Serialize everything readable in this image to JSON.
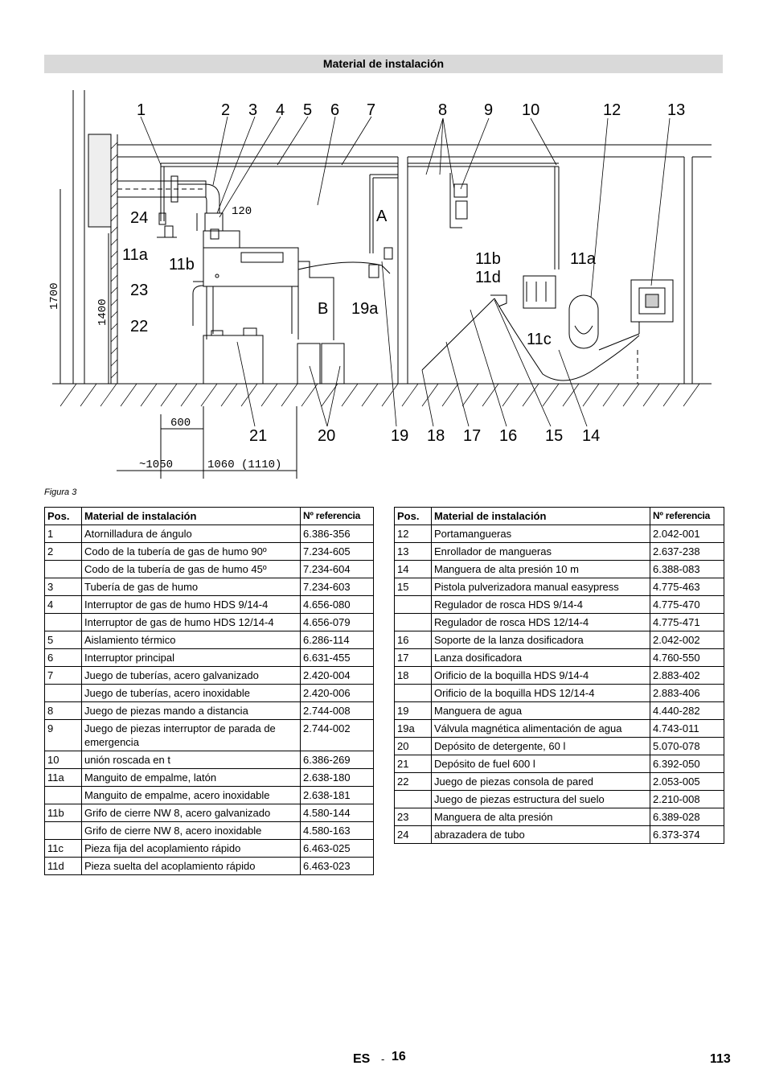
{
  "header": {
    "title": "Material de instalación"
  },
  "figure": {
    "labels_top": [
      "1",
      "2",
      "3",
      "4",
      "5",
      "6",
      "7",
      "8",
      "9",
      "10",
      "12",
      "13"
    ],
    "labels_left": [
      "24",
      "11a",
      "11b",
      "23",
      "22"
    ],
    "labels_mid": [
      "A",
      "B",
      "19a"
    ],
    "labels_right": [
      "11b",
      "11d",
      "11a",
      "11c"
    ],
    "labels_bottom": [
      "21",
      "20",
      "19",
      "18",
      "17",
      "16",
      "15",
      "14"
    ],
    "dimensions": {
      "d120": "120",
      "d1700": "1700",
      "d1400": "1400",
      "d600": "600",
      "d1050": "~1050",
      "d1060": "1060 (1110)"
    }
  },
  "caption": "Figura 3",
  "table_headers": {
    "pos": "Pos.",
    "material": "Material de instalación",
    "ref": "Nº referencia"
  },
  "left_rows": [
    [
      "1",
      "Atornilladura de ángulo",
      "6.386-356"
    ],
    [
      "2",
      "Codo de la tubería de gas de humo 90º",
      "7.234-605"
    ],
    [
      "",
      "Codo de la tubería de gas de humo 45º",
      "7.234-604"
    ],
    [
      "3",
      "Tubería de gas de humo",
      "7.234-603"
    ],
    [
      "4",
      "Interruptor de gas de humo HDS 9/14-4",
      "4.656-080"
    ],
    [
      "",
      "Interruptor de gas de humo HDS 12/14-4",
      "4.656-079"
    ],
    [
      "5",
      "Aislamiento térmico",
      "6.286-114"
    ],
    [
      "6",
      "Interruptor principal",
      "6.631-455"
    ],
    [
      "7",
      "Juego de tuberías, acero galvanizado",
      "2.420-004"
    ],
    [
      "",
      "Juego de tuberías, acero inoxidable",
      "2.420-006"
    ],
    [
      "8",
      "Juego de piezas mando a distancia",
      "2.744-008"
    ],
    [
      "9",
      "Juego de piezas interruptor de parada de emergencia",
      "2.744-002"
    ],
    [
      "10",
      "unión roscada en t",
      "6.386-269"
    ],
    [
      "11a",
      "Manguito de empalme, latón",
      "2.638-180"
    ],
    [
      "",
      "Manguito de empalme, acero inoxidable",
      "2.638-181"
    ],
    [
      "11b",
      "Grifo de cierre NW 8, acero galvanizado",
      "4.580-144"
    ],
    [
      "",
      "Grifo de cierre NW 8, acero inoxidable",
      "4.580-163"
    ],
    [
      "11c",
      "Pieza fija del acoplamiento rápido",
      "6.463-025"
    ],
    [
      "11d",
      "Pieza suelta del acoplamiento rápido",
      "6.463-023"
    ]
  ],
  "right_rows": [
    [
      "12",
      "Portamangueras",
      "2.042-001"
    ],
    [
      "13",
      "Enrollador de mangueras",
      "2.637-238"
    ],
    [
      "14",
      "Manguera de alta presión 10 m",
      "6.388-083"
    ],
    [
      "15",
      "Pistola pulverizadora manual easypress",
      "4.775-463"
    ],
    [
      "",
      "Regulador de rosca HDS 9/14-4",
      "4.775-470"
    ],
    [
      "",
      "Regulador de rosca HDS 12/14-4",
      "4.775-471"
    ],
    [
      "16",
      "Soporte de la lanza dosificadora",
      "2.042-002"
    ],
    [
      "17",
      "Lanza dosificadora",
      "4.760-550"
    ],
    [
      "18",
      "Orificio de la boquilla HDS 9/14-4",
      "2.883-402"
    ],
    [
      "",
      "Orificio de la boquilla HDS 12/14-4",
      "2.883-406"
    ],
    [
      "19",
      "Manguera de agua",
      "4.440-282"
    ],
    [
      "19a",
      "Válvula magnética alimentación de agua",
      "4.743-011"
    ],
    [
      "20",
      "Depósito de detergente, 60 l",
      "5.070-078"
    ],
    [
      "21",
      "Depósito de fuel 600 l",
      "6.392-050"
    ],
    [
      "22",
      "Juego de piezas consola de pared",
      "2.053-005"
    ],
    [
      "",
      "Juego de piezas estructura del suelo",
      "2.210-008"
    ],
    [
      "23",
      "Manguera de alta presión",
      "6.389-028"
    ],
    [
      "24",
      "abrazadera de tubo",
      "6.373-374"
    ]
  ],
  "footer": {
    "lang": "ES",
    "dash": "-",
    "section_page": "16",
    "page": "113"
  }
}
